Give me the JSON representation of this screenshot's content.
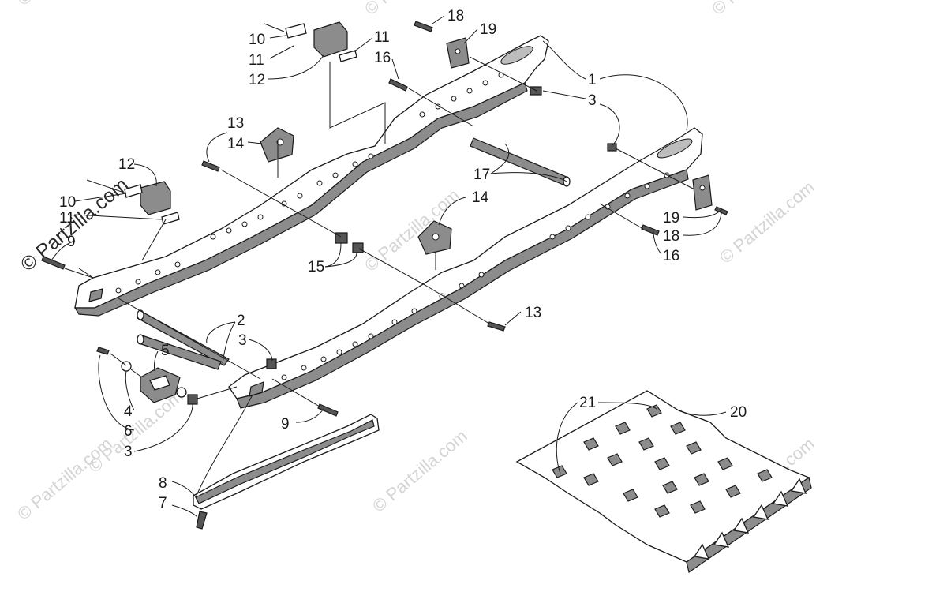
{
  "watermark": {
    "text": "© Partzilla.com",
    "copyright_symbol": "©"
  },
  "callouts": [
    {
      "id": "c-10a",
      "label": "10"
    },
    {
      "id": "c-11a",
      "label": "11"
    },
    {
      "id": "c-12a",
      "label": "12"
    },
    {
      "id": "c-11b",
      "label": "11"
    },
    {
      "id": "c-16a",
      "label": "16"
    },
    {
      "id": "c-18a",
      "label": "18"
    },
    {
      "id": "c-19a",
      "label": "19"
    },
    {
      "id": "c-1",
      "label": "1"
    },
    {
      "id": "c-3a",
      "label": "3"
    },
    {
      "id": "c-13a",
      "label": "13"
    },
    {
      "id": "c-14a",
      "label": "14"
    },
    {
      "id": "c-12b",
      "label": "12"
    },
    {
      "id": "c-10b",
      "label": "10"
    },
    {
      "id": "c-11c",
      "label": "11"
    },
    {
      "id": "c-9a",
      "label": "9"
    },
    {
      "id": "c-17",
      "label": "17"
    },
    {
      "id": "c-14b",
      "label": "14"
    },
    {
      "id": "c-15",
      "label": "15"
    },
    {
      "id": "c-19b",
      "label": "19"
    },
    {
      "id": "c-18b",
      "label": "18"
    },
    {
      "id": "c-16b",
      "label": "16"
    },
    {
      "id": "c-13b",
      "label": "13"
    },
    {
      "id": "c-2",
      "label": "2"
    },
    {
      "id": "c-3b",
      "label": "3"
    },
    {
      "id": "c-5",
      "label": "5"
    },
    {
      "id": "c-4",
      "label": "4"
    },
    {
      "id": "c-6",
      "label": "6"
    },
    {
      "id": "c-3c",
      "label": "3"
    },
    {
      "id": "c-9b",
      "label": "9"
    },
    {
      "id": "c-21",
      "label": "21"
    },
    {
      "id": "c-20",
      "label": "20"
    },
    {
      "id": "c-8",
      "label": "8"
    },
    {
      "id": "c-7",
      "label": "7"
    }
  ],
  "colors": {
    "line": "#1a1a1a",
    "watermark": "#d4d4d4",
    "metal": "#8c8c8c",
    "background": "#ffffff"
  }
}
